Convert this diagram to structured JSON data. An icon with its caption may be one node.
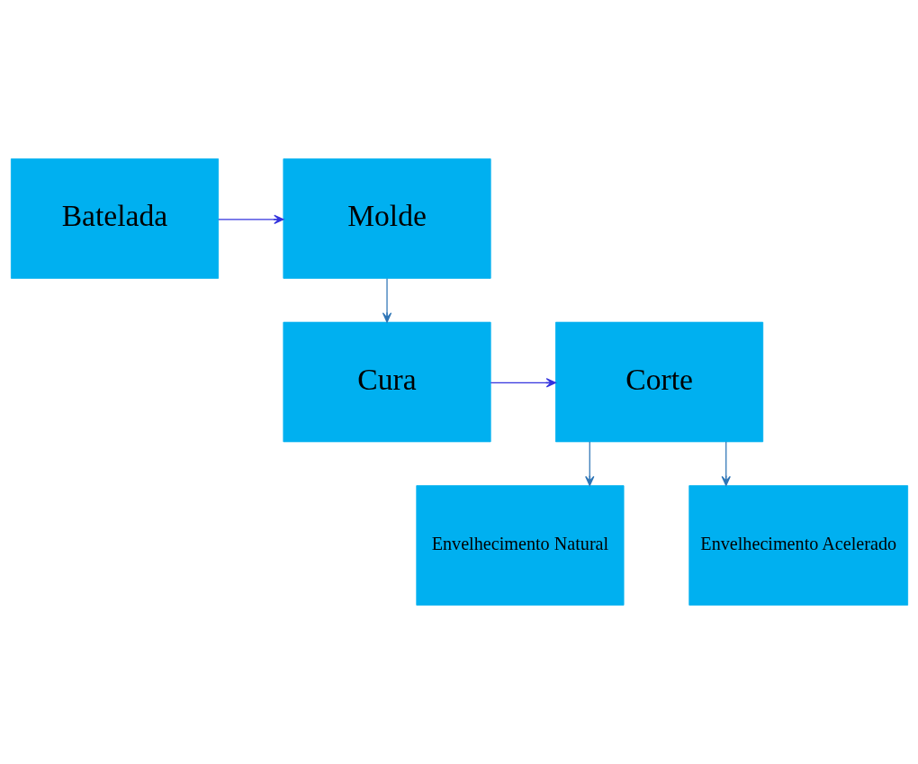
{
  "diagram": {
    "nodes": [
      {
        "text": [
          "Batelada"
        ]
      },
      {
        "text": [
          "Molde"
        ]
      },
      {
        "text": [
          "Cura"
        ]
      },
      {
        "text": [
          "Corte"
        ]
      },
      {
        "text": [
          "Envelhecimento Natural"
        ]
      },
      {
        "text": [
          "Envelhecimento Acelerado"
        ]
      }
    ],
    "edges": [
      {
        "from": 0,
        "to": 1,
        "arrow": "to",
        "color": "#3333dd"
      },
      {
        "from": 1,
        "to": 2,
        "arrow": "to"
      },
      {
        "from": 2,
        "to": 3,
        "arrow": "to",
        "color": "#3333dd"
      },
      {
        "from": 3,
        "to": 4,
        "arrow": "to"
      },
      {
        "from": 3,
        "to": 5,
        "arrow": "to"
      }
    ]
  }
}
